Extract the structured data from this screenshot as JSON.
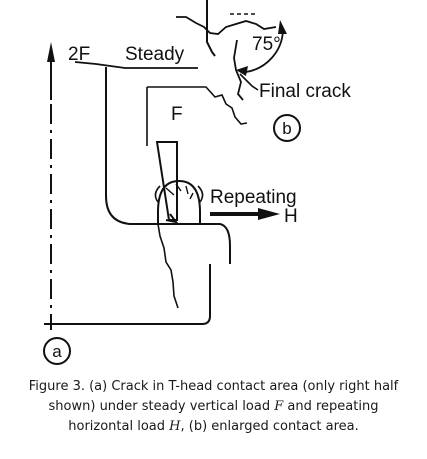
{
  "diagram": {
    "labels": {
      "two_f": "2F",
      "steady": "Steady",
      "f": "F",
      "angle": "75°",
      "final_crack": "Final crack",
      "b_marker": "b",
      "repeating": "Repeating",
      "h": "H",
      "a_marker": "a"
    }
  },
  "caption": {
    "line1": "Figure 3. (a) Crack in T-head contact area (only right half",
    "line2_pre": "shown) under steady vertical load ",
    "line2_var": "F",
    "line2_post": " and repeating",
    "line3_pre": "horizontal load ",
    "line3_var": "H",
    "line3_post": ", (b) enlarged contact area."
  }
}
